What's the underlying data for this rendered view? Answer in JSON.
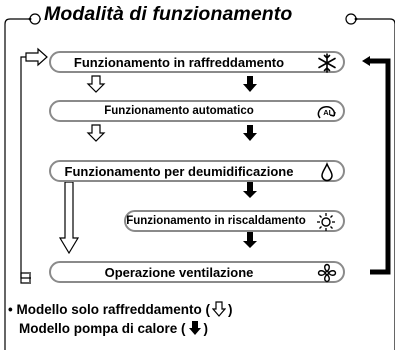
{
  "title": "Modalità di funzionamento",
  "modes": [
    {
      "label": "Funzionamento in raffreddamento",
      "icon": "snowflake-icon"
    },
    {
      "label": "Funzionamento automatico",
      "icon": "auto-ai-icon",
      "icon_text": "AI"
    },
    {
      "label": "Funzionamento per deumidificazione",
      "icon": "droplet-icon"
    },
    {
      "label": "Funzionamento in riscaldamento",
      "icon": "sun-icon"
    },
    {
      "label": "Operazione ventilazione",
      "icon": "fan-icon"
    }
  ],
  "legend": {
    "cooling_only": "Modello solo raffreddamento (",
    "cooling_only_end": ")",
    "heat_pump": "Modello pompa di calore (",
    "heat_pump_end": ")",
    "bullet": "•"
  },
  "colors": {
    "pill_border": "#8a8a8a",
    "line": "#000000"
  }
}
